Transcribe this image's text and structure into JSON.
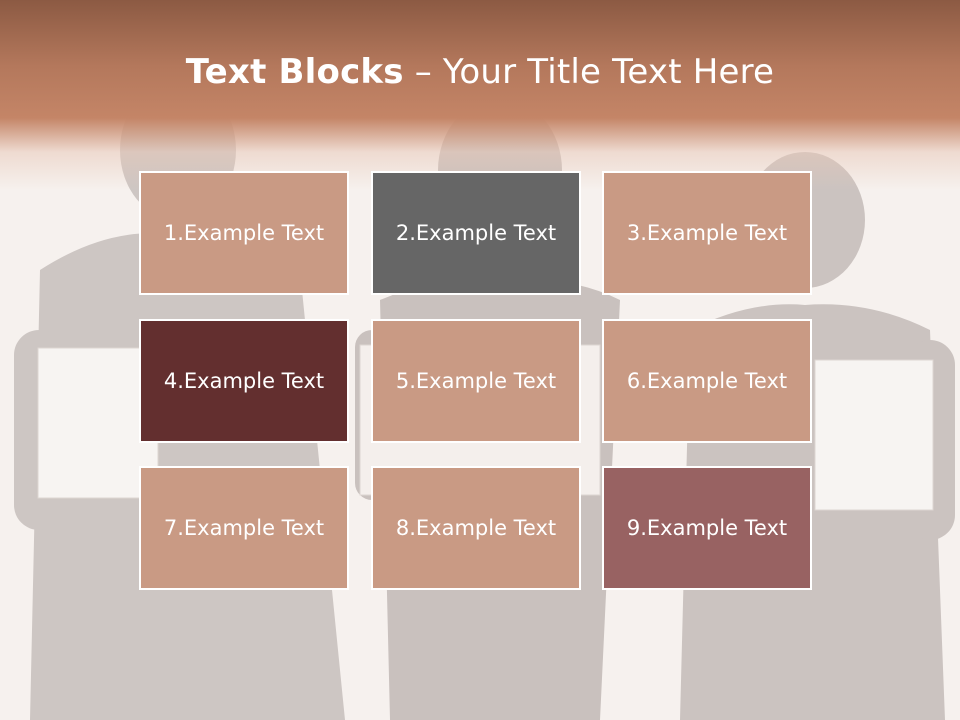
{
  "slide": {
    "title_bold": "Text Blocks",
    "title_dash": " – ",
    "title_rest": "Your Title Text Here"
  },
  "blocks": [
    {
      "label": "1.Example Text",
      "color": "#c99a84"
    },
    {
      "label": "2.Example Text",
      "color": "#666666"
    },
    {
      "label": "3.Example Text",
      "color": "#c99a84"
    },
    {
      "label": "4.Example Text",
      "color": "#632f2f"
    },
    {
      "label": "5.Example Text",
      "color": "#c99a84"
    },
    {
      "label": "6.Example Text",
      "color": "#c99a84"
    },
    {
      "label": "7.Example Text",
      "color": "#c99a84"
    },
    {
      "label": "8.Example Text",
      "color": "#c99a84"
    },
    {
      "label": "9.Example Text",
      "color": "#986262"
    }
  ],
  "colors": {
    "header_band": "#b4785c",
    "block_border": "#ffffff",
    "text": "#ffffff"
  }
}
